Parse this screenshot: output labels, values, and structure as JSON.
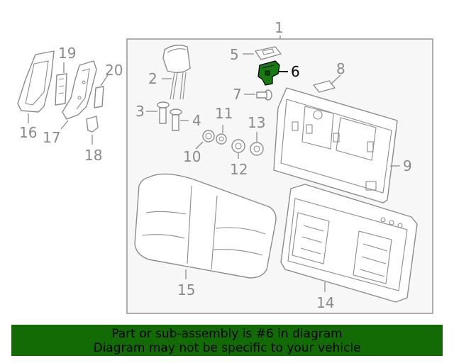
{
  "diagram": {
    "callouts": {
      "c1": "1",
      "c2": "2",
      "c3": "3",
      "c4": "4",
      "c5": "5",
      "c6": "6",
      "c7": "7",
      "c8": "8",
      "c9": "9",
      "c10": "10",
      "c11": "11",
      "c12": "12",
      "c13": "13",
      "c14": "14",
      "c15": "15",
      "c16": "16",
      "c17": "17",
      "c18": "18",
      "c19": "19",
      "c20": "20"
    },
    "highlighted_part": "6",
    "colors": {
      "line": "#8c8c8c",
      "highlight_part": "#1a7a12",
      "box_fill": "#f7f7f7"
    }
  },
  "banner": {
    "line1": "Part or sub-assembly is #6 in diagram",
    "line2": "Diagram may not be specific to your vehicle",
    "background": "#126b04"
  }
}
